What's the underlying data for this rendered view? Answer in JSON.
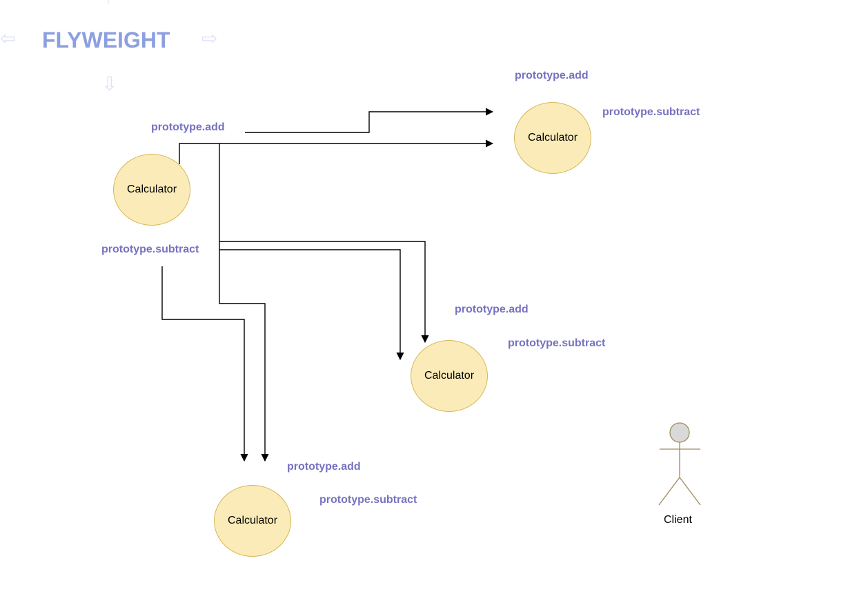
{
  "title": "FLYWEIGHT",
  "colors": {
    "title": "#8c9fe0",
    "label": "#7672c0",
    "node_fill": "#fbebb8",
    "node_border": "#d6b656",
    "actor_stroke": "#9f8c5e",
    "actor_head": "#d9d9d9",
    "deco_arrow": "#c7cde9"
  },
  "nodes": [
    {
      "label": "Calculator",
      "methods": [
        "prototype.add",
        "prototype.subtract"
      ]
    },
    {
      "label": "Calculator",
      "methods": [
        "prototype.add",
        "prototype.subtract"
      ]
    },
    {
      "label": "Calculator",
      "methods": [
        "prototype.add",
        "prototype.subtract"
      ]
    },
    {
      "label": "Calculator",
      "methods": [
        "prototype.add",
        "prototype.subtract"
      ]
    }
  ],
  "actor": {
    "label": "Client"
  }
}
